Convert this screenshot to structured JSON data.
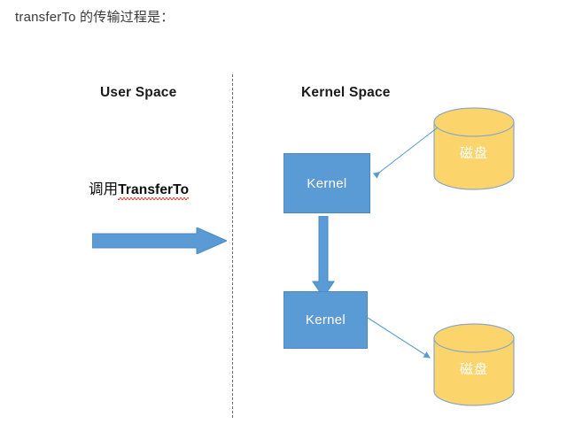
{
  "page": {
    "caption": "transferTo 的传输过程是：",
    "background_color": "#ffffff"
  },
  "colors": {
    "kernel_fill": "#5b9bd5",
    "kernel_stroke": "#4a8ac4",
    "arrow_fill": "#5b9bd5",
    "arrow_stroke": "#4a8ac4",
    "disk_fill": "#fcd46c",
    "disk_stroke": "#8fa8bf",
    "connector_stroke": "#5b9bd5",
    "divider_stroke": "#6d6d6d",
    "spellcheck_underline": "#e8453c",
    "label_text": "#1a1a1a",
    "caption_text": "#3a3a3a",
    "shape_text": "#ffffff"
  },
  "diagram": {
    "user_space": {
      "heading": "User Space",
      "call_label_cjk": "调用",
      "call_label_latin": "TransferTo",
      "arrow_name": "transfer-to-call-arrow"
    },
    "kernel_space": {
      "heading": "Kernel Space",
      "kernel_box_top_label": "Kernel",
      "kernel_box_bottom_label": "Kernel",
      "disk_top_label": "磁盘",
      "disk_bottom_label": "磁盘",
      "vertical_arrow_name": "kernel-to-kernel-arrow",
      "connector_top_name": "disk-to-kernel-read-arrow",
      "connector_bottom_name": "kernel-to-disk-write-arrow"
    }
  }
}
